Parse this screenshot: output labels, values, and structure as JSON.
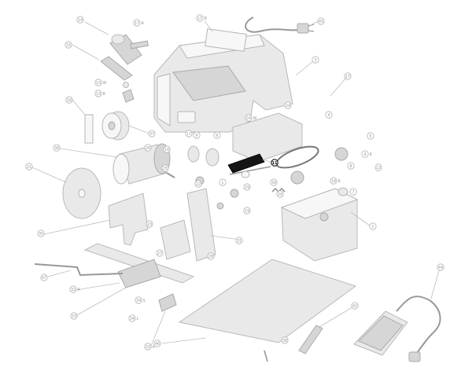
{
  "diagram": {
    "labels": [
      {
        "id": "l14",
        "text": "14",
        "suffix": ""
      },
      {
        "id": "l17a",
        "text": "17",
        "suffix": "A"
      },
      {
        "id": "l17b",
        "text": "17",
        "suffix": "B"
      },
      {
        "id": "l45",
        "text": "45",
        "suffix": ""
      },
      {
        "id": "l15",
        "text": "15",
        "suffix": ""
      },
      {
        "id": "l3",
        "text": "3",
        "suffix": ""
      },
      {
        "id": "l13w",
        "text": "13",
        "suffix": "W"
      },
      {
        "id": "l13b",
        "text": "13",
        "suffix": "B"
      },
      {
        "id": "l17",
        "text": "17",
        "suffix": ""
      },
      {
        "id": "l16",
        "text": "16",
        "suffix": ""
      },
      {
        "id": "l24",
        "text": "24",
        "suffix": ""
      },
      {
        "id": "l37",
        "text": "37",
        "suffix": ""
      },
      {
        "id": "l17c",
        "text": "17",
        "suffix": "C"
      },
      {
        "id": "l24w",
        "text": "24",
        "suffix": "W"
      },
      {
        "id": "l4",
        "text": "4",
        "suffix": ""
      },
      {
        "id": "l5",
        "text": "5",
        "suffix": ""
      },
      {
        "id": "l36",
        "text": "36",
        "suffix": ""
      },
      {
        "id": "l9",
        "text": "9",
        "suffix": ""
      },
      {
        "id": "l6",
        "text": "6",
        "suffix": ""
      },
      {
        "id": "l10",
        "text": "10",
        "suffix": ""
      },
      {
        "id": "l4r",
        "text": "4",
        "suffix": "R"
      },
      {
        "id": "l11",
        "text": "11",
        "suffix": ""
      },
      {
        "id": "l8",
        "text": "8",
        "suffix": ""
      },
      {
        "id": "l13",
        "text": "13",
        "suffix": ""
      },
      {
        "id": "l21",
        "text": "21",
        "suffix": ""
      },
      {
        "id": "l26",
        "text": "26",
        "suffix": ""
      },
      {
        "id": "l25",
        "text": "25",
        "suffix": ""
      },
      {
        "id": "l22",
        "text": "22",
        "suffix": ""
      },
      {
        "id": "l1",
        "text": "1",
        "suffix": ""
      },
      {
        "id": "l30",
        "text": "30",
        "suffix": ""
      },
      {
        "id": "l7",
        "text": "7",
        "suffix": ""
      },
      {
        "id": "l18r",
        "text": "18",
        "suffix": "R"
      },
      {
        "id": "l2",
        "text": "2",
        "suffix": ""
      },
      {
        "id": "l20",
        "text": "20",
        "suffix": ""
      },
      {
        "id": "l29",
        "text": "29",
        "suffix": ""
      },
      {
        "id": "l19",
        "text": "19",
        "suffix": ""
      },
      {
        "id": "l23",
        "text": "23",
        "suffix": ""
      },
      {
        "id": "l27",
        "text": "27",
        "suffix": ""
      },
      {
        "id": "l28",
        "text": "28",
        "suffix": ""
      },
      {
        "id": "l31",
        "text": "31",
        "suffix": ""
      },
      {
        "id": "l47",
        "text": "47",
        "suffix": ""
      },
      {
        "id": "l32a",
        "text": "32",
        "suffix": "A"
      },
      {
        "id": "l34s",
        "text": "34",
        "suffix": "S"
      },
      {
        "id": "l33",
        "text": "33",
        "suffix": ""
      },
      {
        "id": "l34l",
        "text": "34",
        "suffix": "L"
      },
      {
        "id": "l35",
        "text": "35",
        "suffix": ""
      },
      {
        "id": "l33a",
        "text": "33",
        "suffix": "A"
      },
      {
        "id": "l46",
        "text": "46",
        "suffix": ""
      },
      {
        "id": "l44",
        "text": "44",
        "suffix": ""
      },
      {
        "id": "l42",
        "text": "42",
        "suffix": ""
      },
      {
        "id": "l38",
        "text": "38",
        "suffix": ""
      }
    ],
    "highlight": "l11",
    "colors": {
      "line": "#bdbdbd",
      "part": "#e9e9e9",
      "highlight": "#111111"
    }
  }
}
